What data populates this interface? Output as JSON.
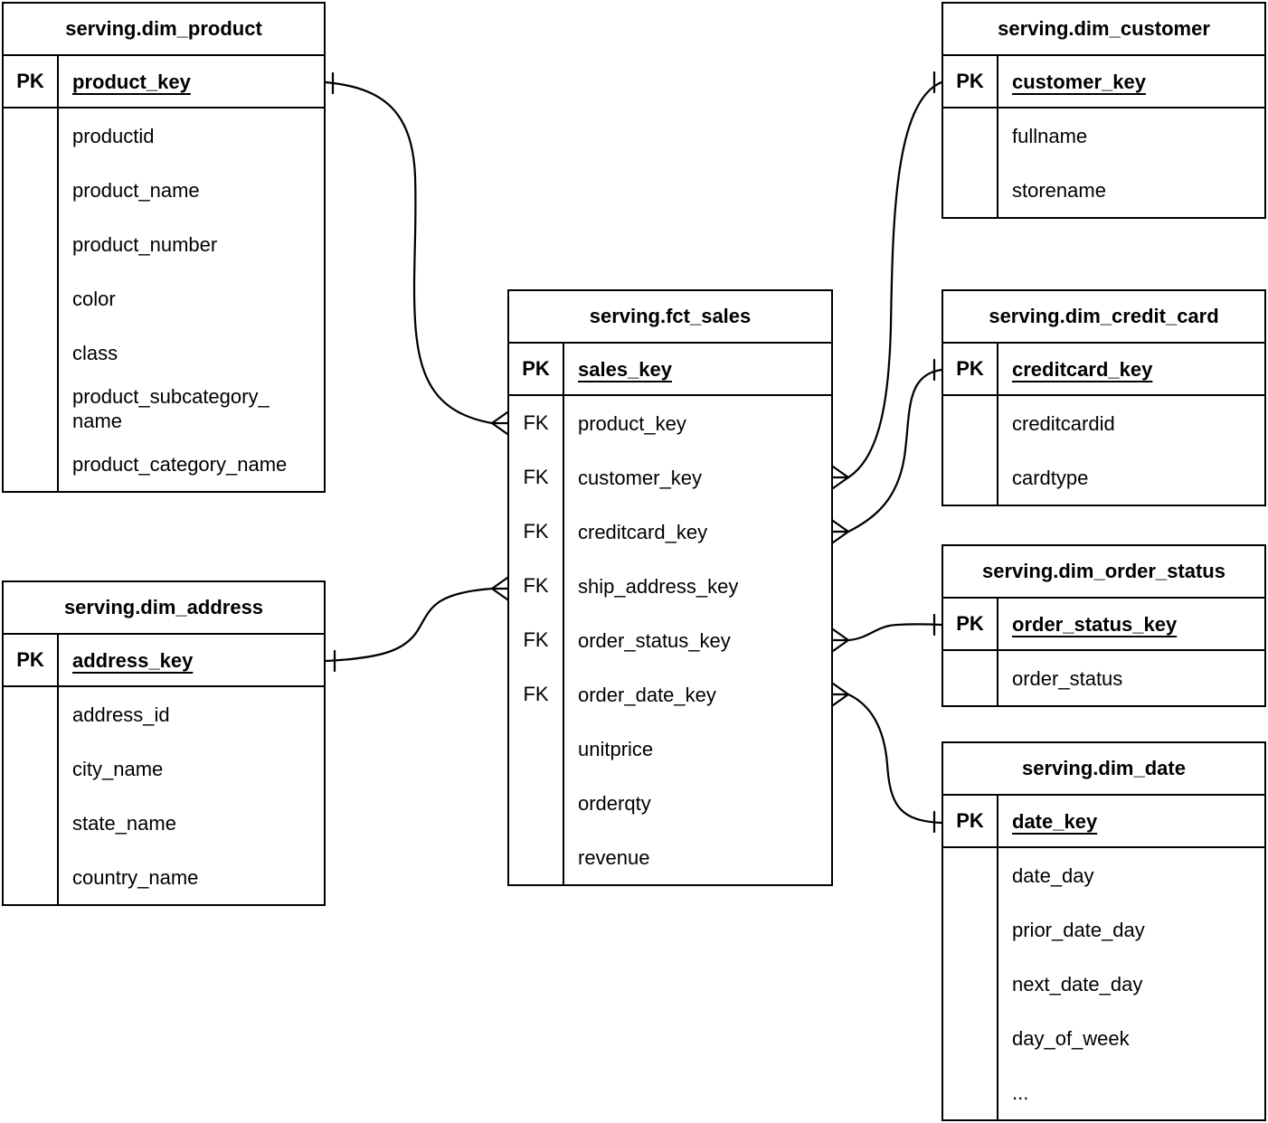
{
  "labels": {
    "pk": "PK",
    "fk": "FK"
  },
  "tables": {
    "dim_product": {
      "title": "serving.dim_product",
      "pk": "product_key",
      "fields": [
        "productid",
        "product_name",
        "product_number",
        "color",
        "class",
        "product_subcategory_\nname",
        "product_category_name"
      ]
    },
    "dim_address": {
      "title": "serving.dim_address",
      "pk": "address_key",
      "fields": [
        "address_id",
        "city_name",
        "state_name",
        "country_name"
      ]
    },
    "fct_sales": {
      "title": "serving.fct_sales",
      "pk": "sales_key",
      "rows": [
        {
          "key": "FK",
          "name": "product_key"
        },
        {
          "key": "FK",
          "name": "customer_key"
        },
        {
          "key": "FK",
          "name": "creditcard_key"
        },
        {
          "key": "FK",
          "name": "ship_address_key"
        },
        {
          "key": "FK",
          "name": "order_status_key"
        },
        {
          "key": "FK",
          "name": "order_date_key"
        },
        {
          "key": "",
          "name": "unitprice"
        },
        {
          "key": "",
          "name": "orderqty"
        },
        {
          "key": "",
          "name": "revenue"
        }
      ]
    },
    "dim_customer": {
      "title": "serving.dim_customer",
      "pk": "customer_key",
      "fields": [
        "fullname",
        "storename"
      ]
    },
    "dim_credit_card": {
      "title": "serving.dim_credit_card",
      "pk": "creditcard_key",
      "fields": [
        "creditcardid",
        "cardtype"
      ]
    },
    "dim_order_status": {
      "title": "serving.dim_order_status",
      "pk": "order_status_key",
      "fields": [
        "order_status"
      ]
    },
    "dim_date": {
      "title": "serving.dim_date",
      "pk": "date_key",
      "fields": [
        "date_day",
        "prior_date_day",
        "next_date_day",
        "day_of_week",
        "..."
      ]
    }
  },
  "relationships": [
    {
      "from": "serving.fct_sales.product_key",
      "to": "serving.dim_product.product_key",
      "from_cardinality": "many",
      "to_cardinality": "one"
    },
    {
      "from": "serving.fct_sales.customer_key",
      "to": "serving.dim_customer.customer_key",
      "from_cardinality": "many",
      "to_cardinality": "one"
    },
    {
      "from": "serving.fct_sales.creditcard_key",
      "to": "serving.dim_credit_card.creditcard_key",
      "from_cardinality": "many",
      "to_cardinality": "one"
    },
    {
      "from": "serving.fct_sales.ship_address_key",
      "to": "serving.dim_address.address_key",
      "from_cardinality": "many",
      "to_cardinality": "one"
    },
    {
      "from": "serving.fct_sales.order_status_key",
      "to": "serving.dim_order_status.order_status_key",
      "from_cardinality": "many",
      "to_cardinality": "one"
    },
    {
      "from": "serving.fct_sales.order_date_key",
      "to": "serving.dim_date.date_key",
      "from_cardinality": "many",
      "to_cardinality": "one"
    }
  ],
  "colors": {
    "line": "#000000",
    "background": "#ffffff",
    "text": "#000000"
  }
}
